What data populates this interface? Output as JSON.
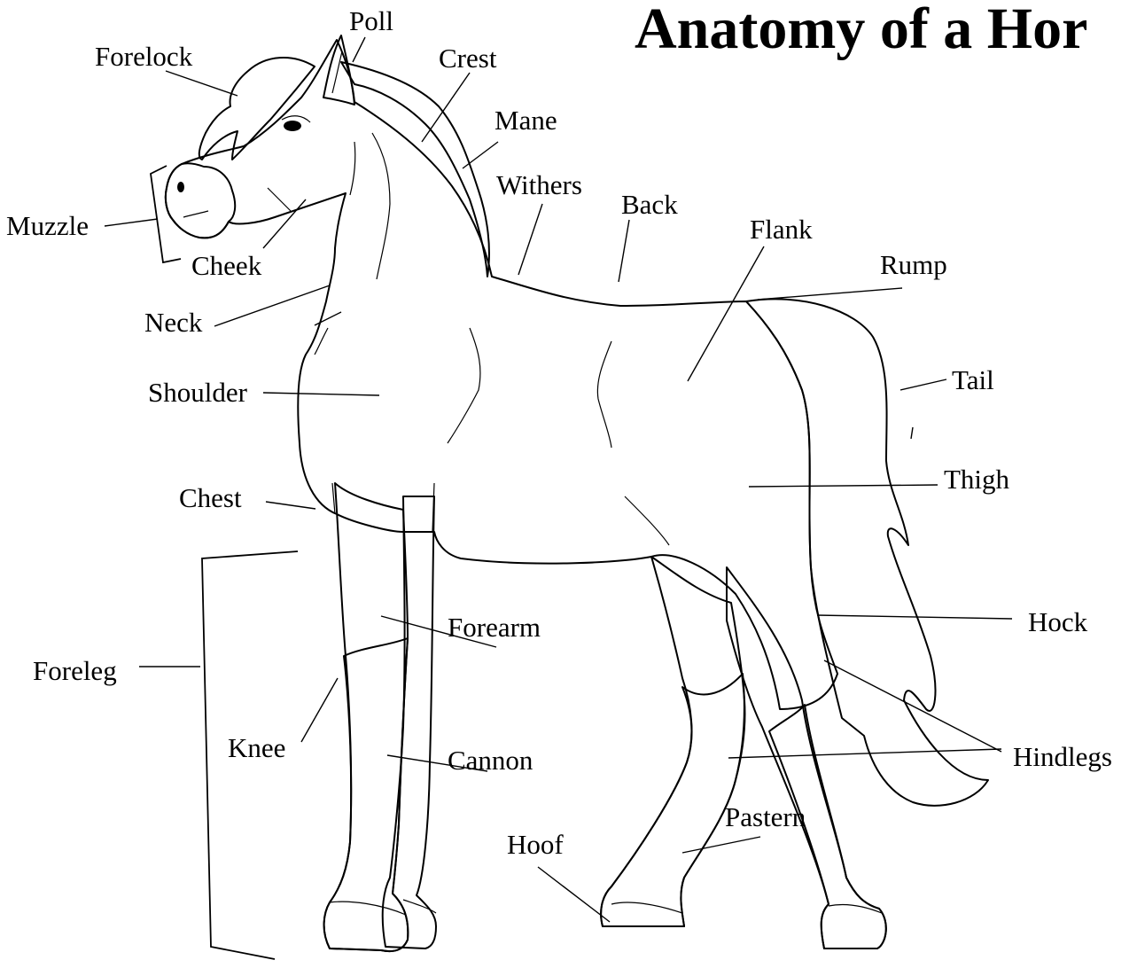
{
  "title": "Anatomy of a Hor",
  "labels": {
    "poll": "Poll",
    "forelock": "Forelock",
    "crest": "Crest",
    "mane": "Mane",
    "withers": "Withers",
    "back": "Back",
    "flank": "Flank",
    "rump": "Rump",
    "muzzle": "Muzzle",
    "cheek": "Cheek",
    "neck": "Neck",
    "shoulder": "Shoulder",
    "tail": "Tail",
    "thigh": "Thigh",
    "chest": "Chest",
    "forearm": "Forearm",
    "hock": "Hock",
    "foreleg": "Foreleg",
    "knee": "Knee",
    "cannon": "Cannon",
    "hindlegs": "Hindlegs",
    "pastern": "Pastern",
    "hoof": "Hoof"
  },
  "colors": {
    "body": "#7c7c7c",
    "dark": "#4b4b4b",
    "mane": "#555555",
    "background": "#ffffff"
  }
}
